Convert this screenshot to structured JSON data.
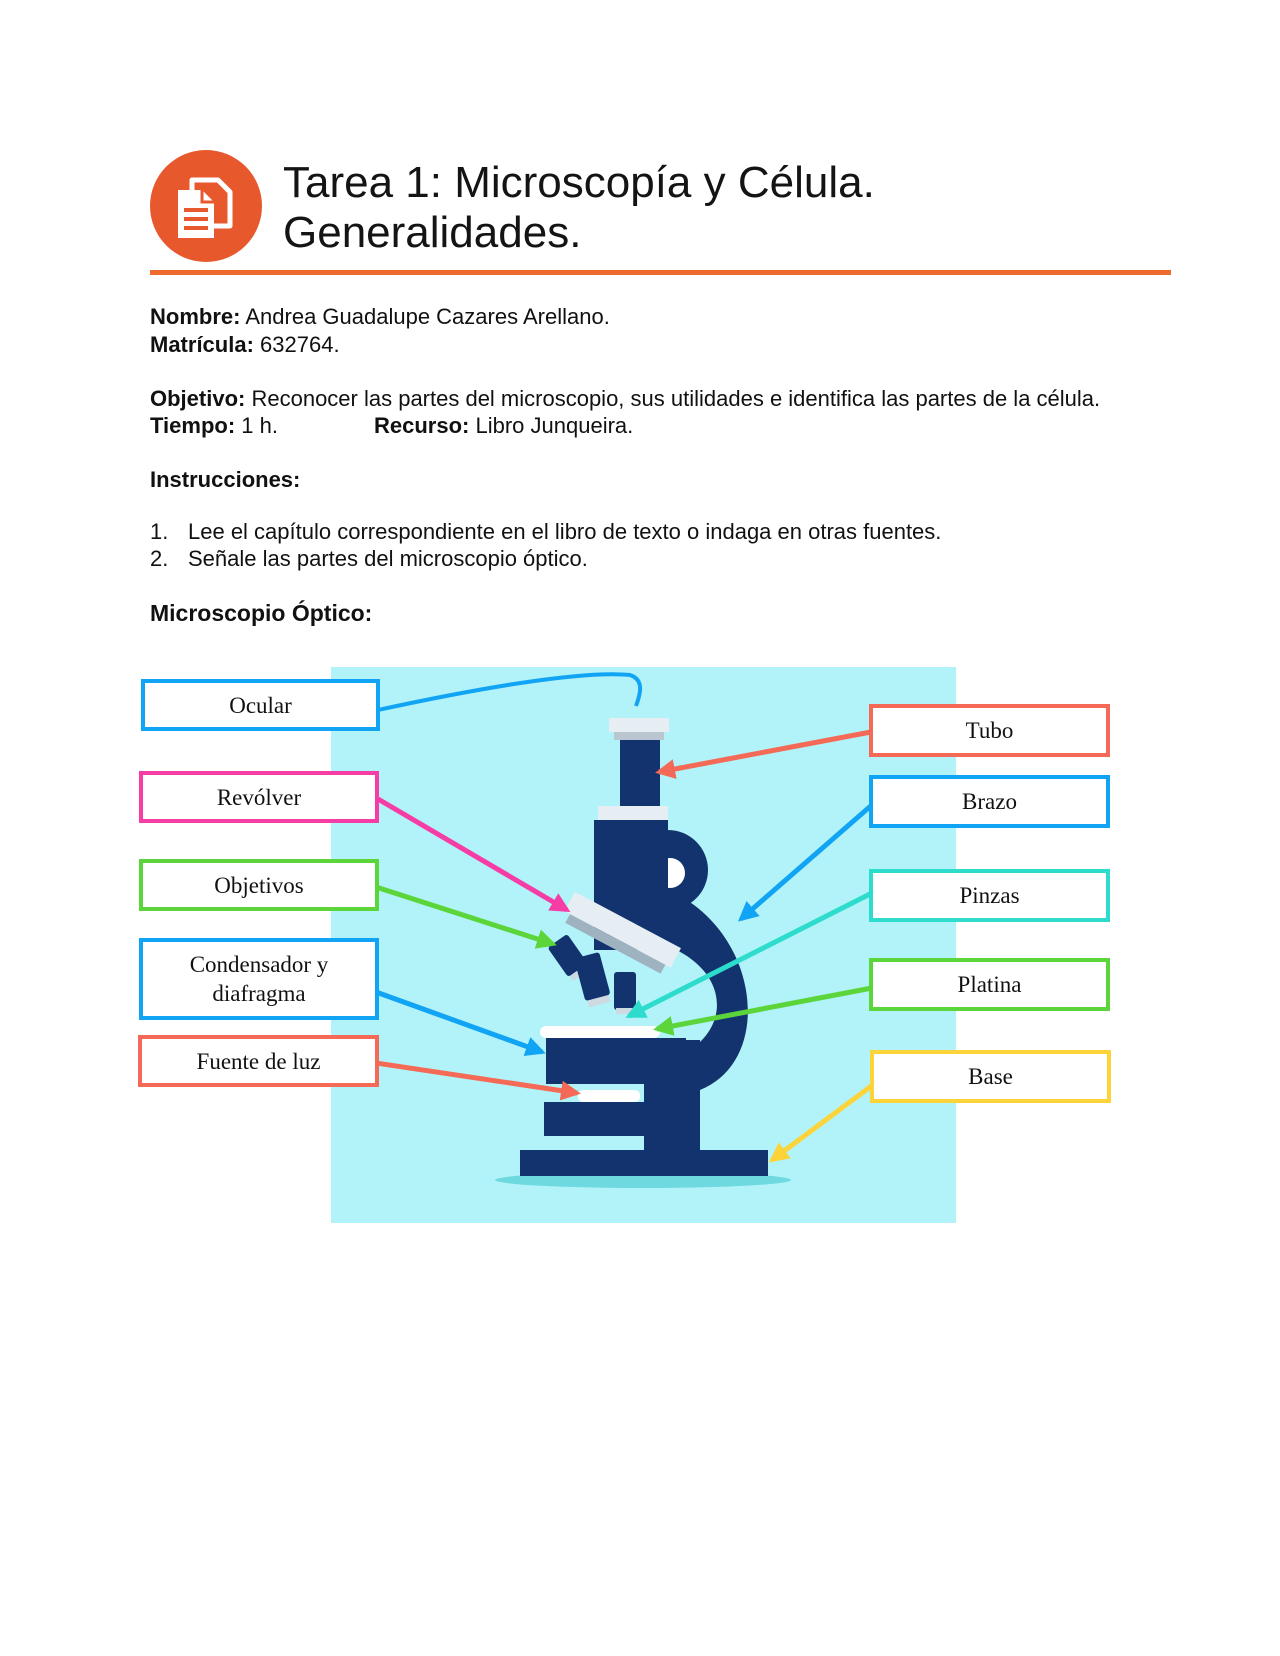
{
  "header": {
    "icon": "document-copy-icon",
    "accent_color": "#e8582d",
    "title_line1": "Tarea 1: Microscopía y Célula.",
    "title_line2": "Generalidades."
  },
  "info": {
    "nombre_label": "Nombre:",
    "nombre_value": "Andrea Guadalupe Cazares Arellano.",
    "matricula_label": "Matrícula:",
    "matricula_value": "632764.",
    "objetivo_label": "Objetivo:",
    "objetivo_value": "Reconocer las partes del microscopio, sus utilidades e identifica las partes de la célula.",
    "tiempo_label": "Tiempo:",
    "tiempo_value": "1 h.",
    "recurso_label": "Recurso:",
    "recurso_value": "Libro Junqueira."
  },
  "instructions": {
    "heading": "Instrucciones:",
    "items": [
      {
        "num": "1.",
        "text": "Lee el capítulo correspondiente en el libro de texto o indaga en otras fuentes."
      },
      {
        "num": "2.",
        "text": "Señale las partes del microscopio óptico."
      }
    ]
  },
  "diagram": {
    "heading": "Microscopio Óptico:",
    "background_color": "#b1f3f8",
    "microscope_color": "#12336e",
    "labels": {
      "ocular": {
        "text": "Ocular",
        "color": "#11a4f5"
      },
      "revolver": {
        "text": "Revólver",
        "color": "#f63ca5"
      },
      "objetivos": {
        "text": "Objetivos",
        "color": "#5bd53a"
      },
      "condensador_line1": "Condensador y",
      "condensador_line2": "diafragma",
      "condensador_color": "#11a4f5",
      "fuente": {
        "text": "Fuente de luz",
        "color": "#f56a56"
      },
      "tubo": {
        "text": "Tubo",
        "color": "#f56a56"
      },
      "brazo": {
        "text": "Brazo",
        "color": "#11a4f5"
      },
      "pinzas": {
        "text": "Pinzas",
        "color": "#2ddccd"
      },
      "platina": {
        "text": "Platina",
        "color": "#5bd53a"
      },
      "base": {
        "text": "Base",
        "color": "#fcd43a"
      }
    }
  }
}
